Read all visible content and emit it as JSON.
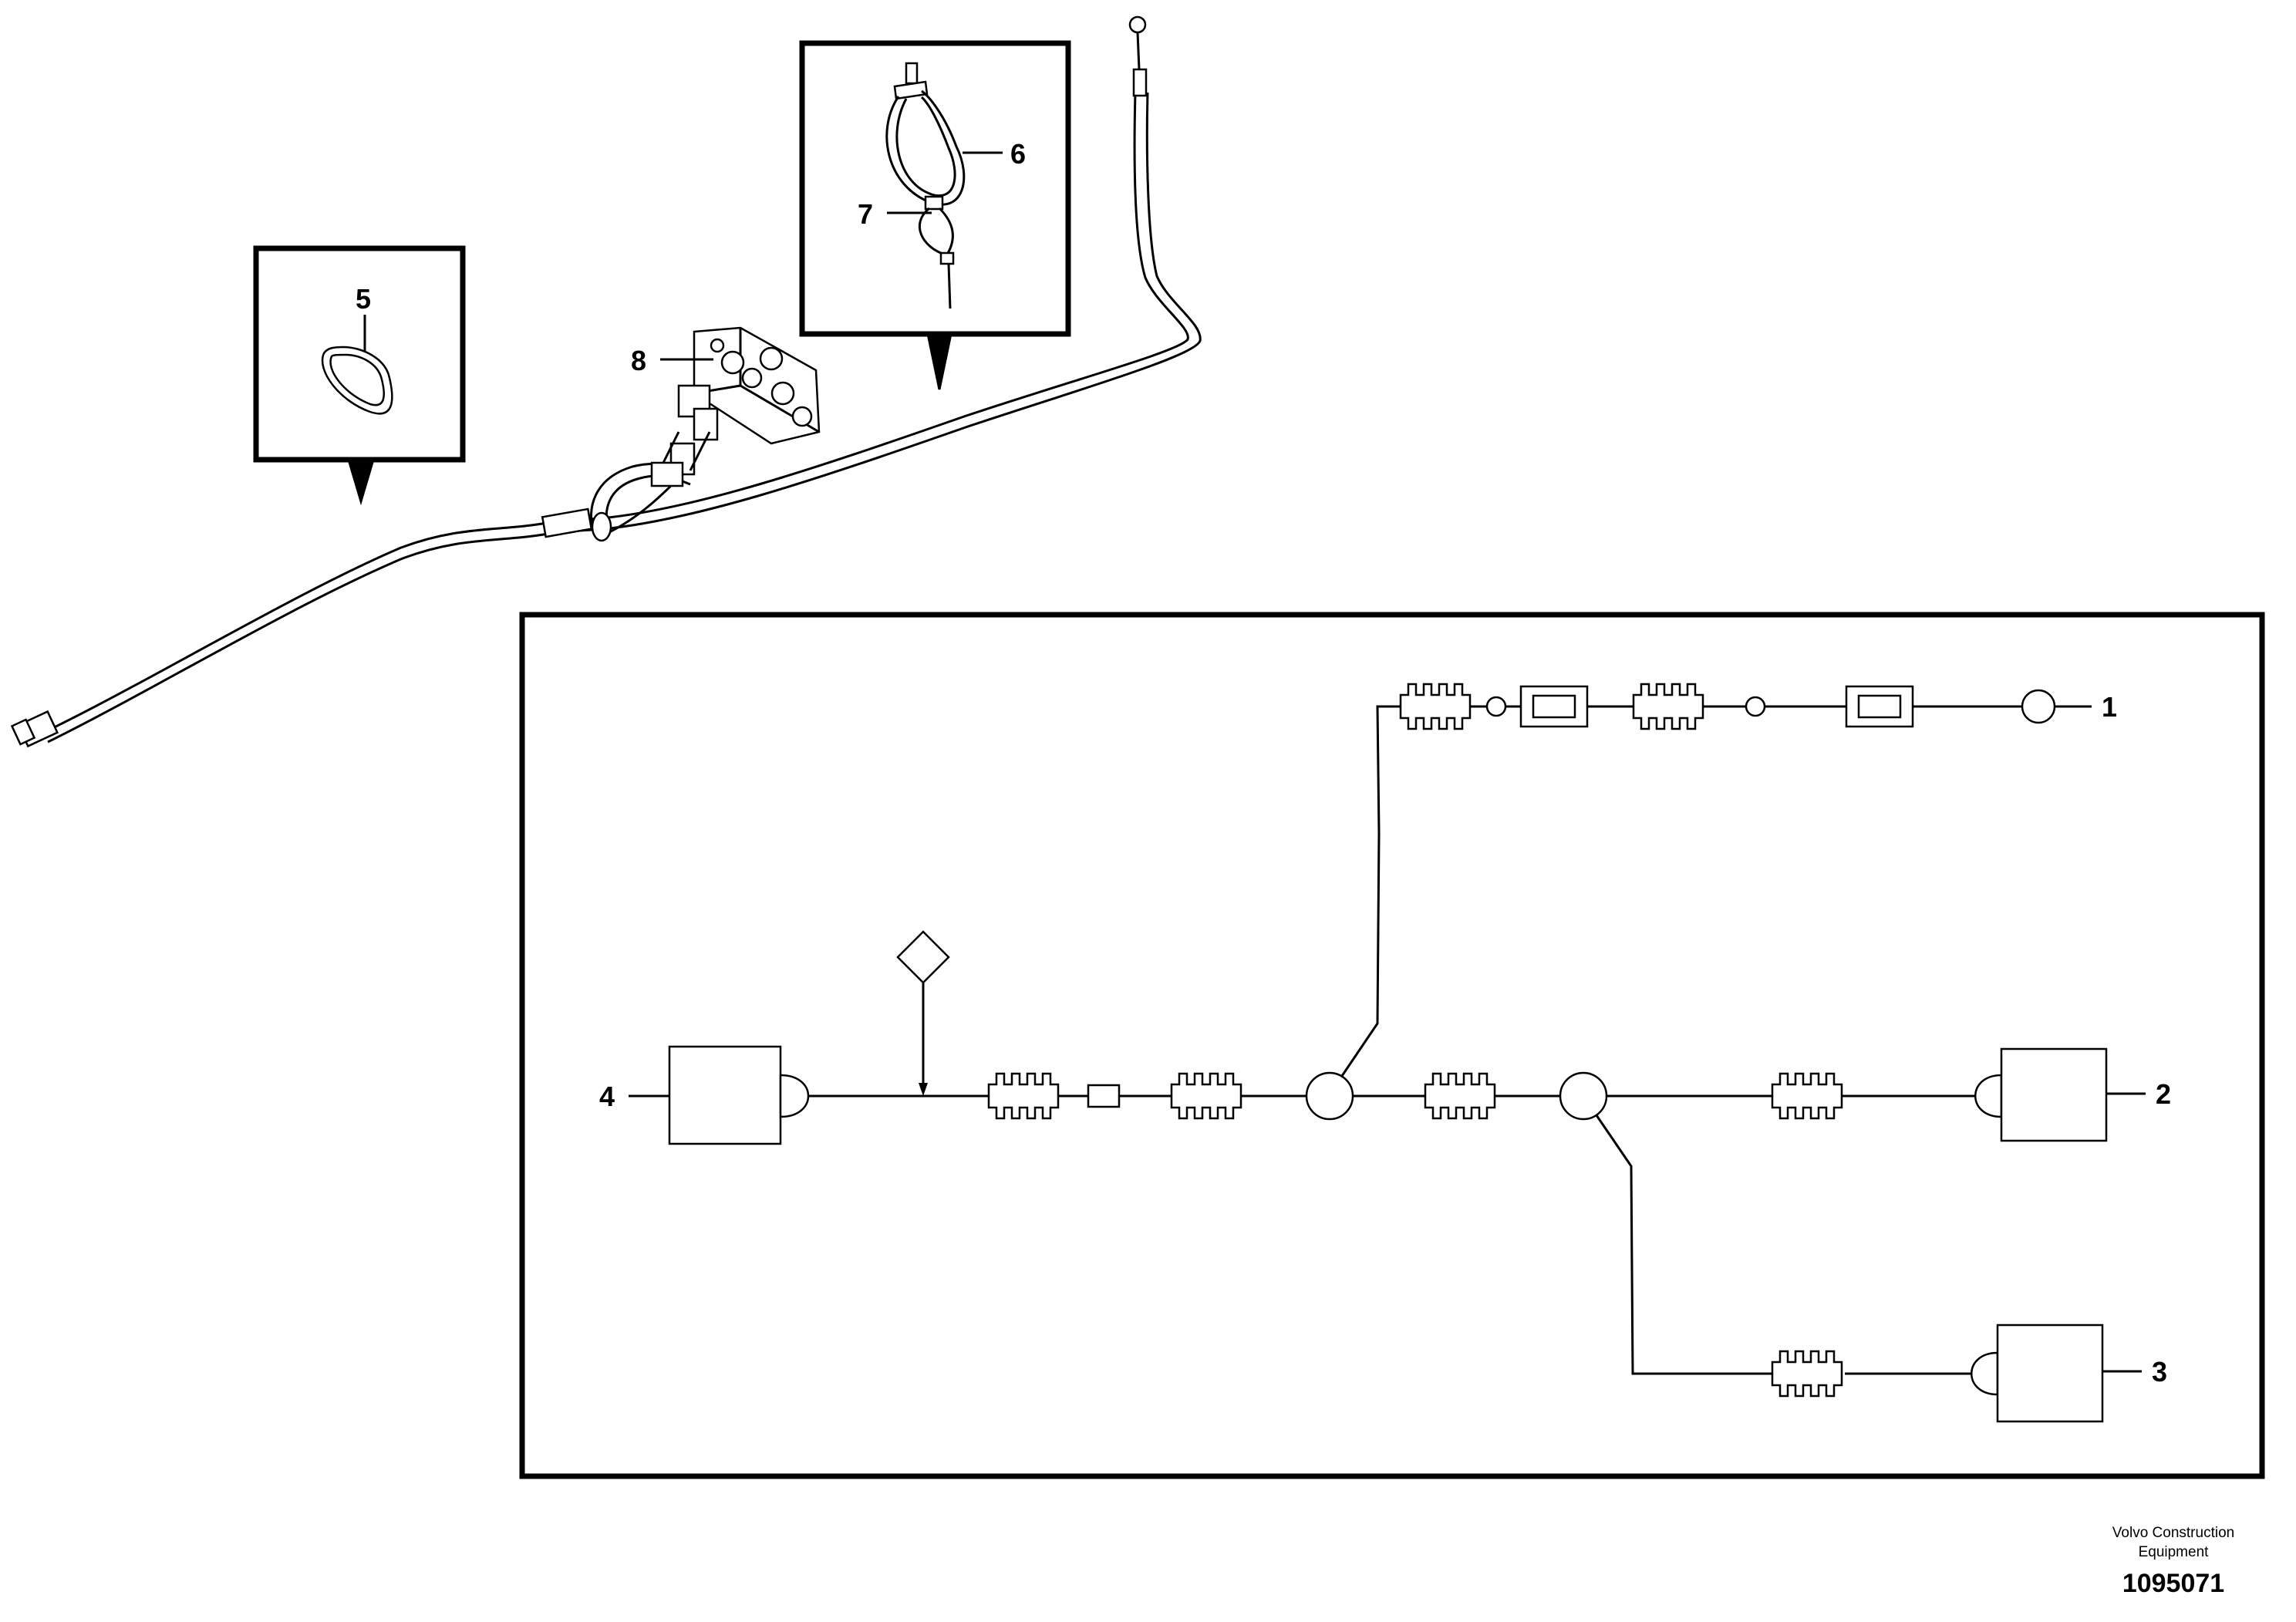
{
  "callouts": {
    "c1": "1",
    "c2": "2",
    "c3": "3",
    "c4": "4",
    "c5": "5",
    "c6": "6",
    "c7": "7",
    "c8": "8"
  },
  "footer": {
    "company_line1": "Volvo Construction",
    "company_line2": "Equipment",
    "drawing_number": "1095071"
  }
}
